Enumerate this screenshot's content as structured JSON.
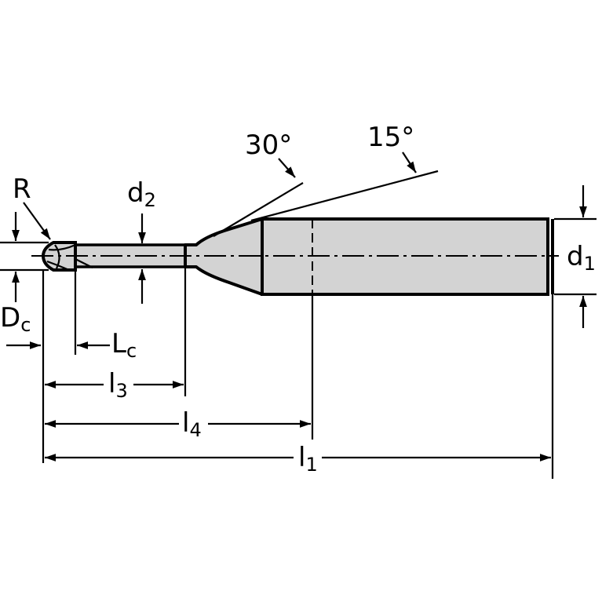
{
  "labels": {
    "R": "R",
    "d2": {
      "main": "d",
      "sub": "2"
    },
    "d1": {
      "main": "d",
      "sub": "1"
    },
    "Dc": {
      "main": "D",
      "sub": "c"
    },
    "Lc": {
      "main": "L",
      "sub": "c"
    },
    "l3": {
      "main": "l",
      "sub": "3"
    },
    "l4": {
      "main": "l",
      "sub": "4"
    },
    "l1": {
      "main": "l",
      "sub": "1"
    },
    "angle30": "30°",
    "angle15": "15°"
  },
  "colors": {
    "body_fill": "#d3d3d3",
    "line": "#000000",
    "background": "#ffffff"
  }
}
